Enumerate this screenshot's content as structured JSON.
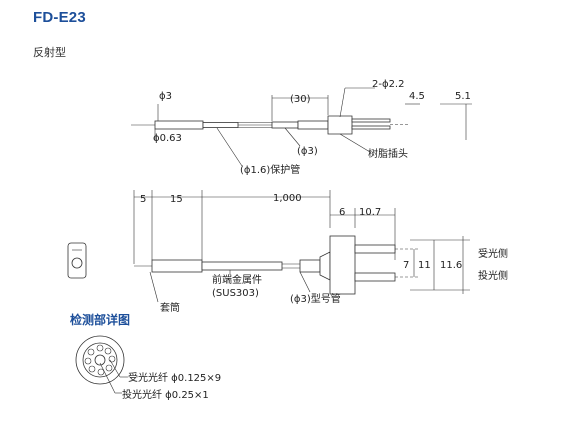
{
  "header": {
    "model": "FD-E23",
    "type": "反射型"
  },
  "top_view": {
    "dim_phi3": "ϕ3",
    "dim_phi063": "ϕ0.63",
    "dim_30": "(30)",
    "dim_2phi22": "2-ϕ2.2",
    "dim_45": "4.5",
    "dim_51": "5.1",
    "label_protect_tube": "(ϕ1.6)保护管",
    "dim_phi3_paren": "(ϕ3)",
    "label_resin_plug": "树脂插头"
  },
  "side_view": {
    "dim_5": "5",
    "dim_15": "15",
    "dim_1000": "1,000",
    "dim_6": "6",
    "dim_107": "10.7",
    "dim_7": "7",
    "dim_11": "11",
    "dim_116": "11.6",
    "label_receive_side": "受光侧",
    "label_emit_side": "投光侧",
    "label_metal_part": "前端金属件",
    "label_sus303": "(SUS303)",
    "label_sleeve": "套筒",
    "label_model_tube": "(ϕ3)型号管"
  },
  "detection_detail": {
    "heading": "检测部详图",
    "label_receive_fiber": "受光光纤 ϕ0.125×9",
    "label_emit_fiber": "投光光纤 ϕ0.25×1"
  }
}
